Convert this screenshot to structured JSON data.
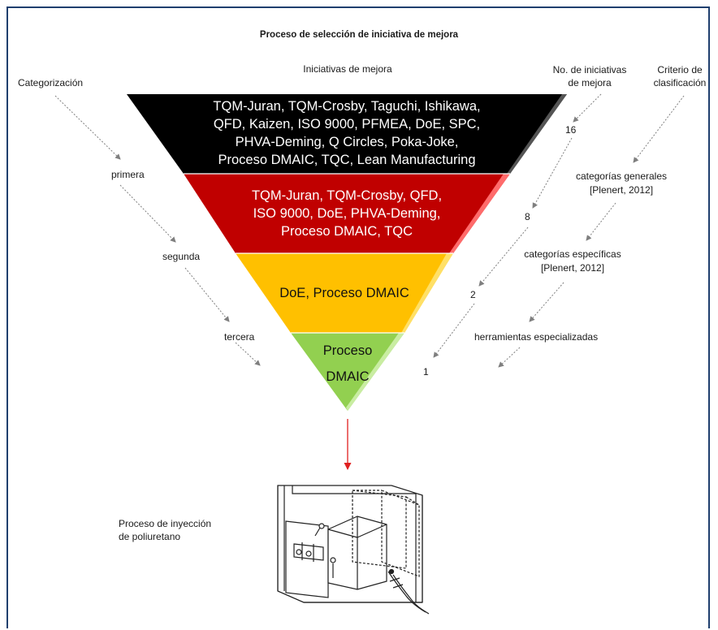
{
  "title": "Proceso de selección de iniciativa de mejora",
  "pyramid_heading": "Iniciativas de mejora",
  "left_column": {
    "heading": "Categorización",
    "levels": [
      "primera",
      "segunda",
      "tercera"
    ]
  },
  "count_column": {
    "heading_line1": "No. de iniciativas",
    "heading_line2": "de mejora",
    "values": [
      "16",
      "8",
      "2",
      "1"
    ]
  },
  "criteria_column": {
    "heading_line1": "Criterio de",
    "heading_line2": "clasificación",
    "items": [
      {
        "line1": "categorías generales",
        "line2": "[Plenert, 2012]"
      },
      {
        "line1": "categorías específicas",
        "line2": "[Plenert, 2012]"
      },
      {
        "line1": "herramientas especializadas",
        "line2": ""
      }
    ]
  },
  "tiers": [
    {
      "color": "#000000",
      "lines": [
        "TQM-Juran, TQM-Crosby, Taguchi, Ishikawa,",
        "QFD, Kaizen, ISO 9000, PFMEA, DoE, SPC,",
        "PHVA-Deming, Q Circles, Poka-Joke,",
        "Proceso DMAIC, TQC, Lean Manufacturing"
      ]
    },
    {
      "color": "#c00000",
      "lines": [
        "TQM-Juran, TQM-Crosby, QFD,",
        "ISO 9000, DoE, PHVA-Deming,",
        "Proceso DMAIC, TQC"
      ]
    },
    {
      "color": "#ffc000",
      "lines": [
        "DoE, Proceso DMAIC"
      ]
    },
    {
      "color": "#92d050",
      "lines": [
        "Proceso",
        "DMAIC"
      ]
    }
  ],
  "machine_label": {
    "line1": "Proceso de inyección",
    "line2": "de poliuretano"
  },
  "colors": {
    "frame": "#1f3f6e",
    "arrow_dotted": "#7f7f7f",
    "arrow_red": "#e02020"
  }
}
